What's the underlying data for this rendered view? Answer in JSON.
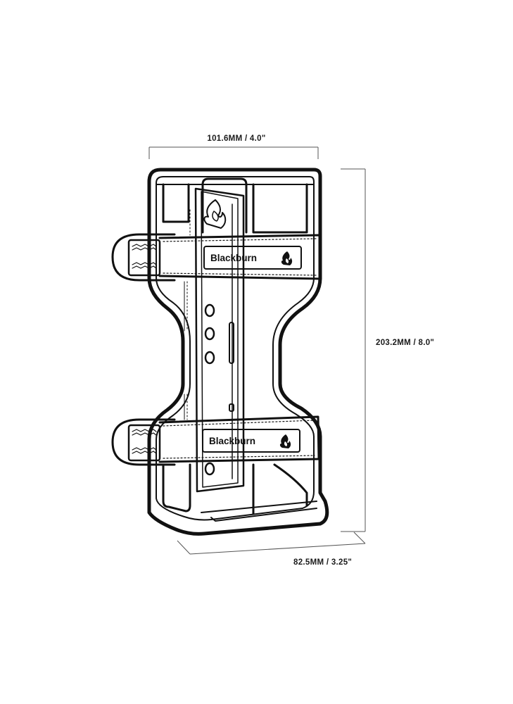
{
  "dimensions": {
    "width_label": "101.6MM / 4.0\"",
    "height_label": "203.2MM / 8.0\"",
    "depth_label": "82.5MM / 3.25\""
  },
  "strap_labels": {
    "upper": "Blackburn",
    "lower": "Blackburn"
  },
  "colors": {
    "ink": "#111111",
    "dimension_line": "#555555",
    "background": "#ffffff"
  },
  "icons": [
    "flame-logo-icon",
    "blackburn-flame-badge-icon"
  ]
}
